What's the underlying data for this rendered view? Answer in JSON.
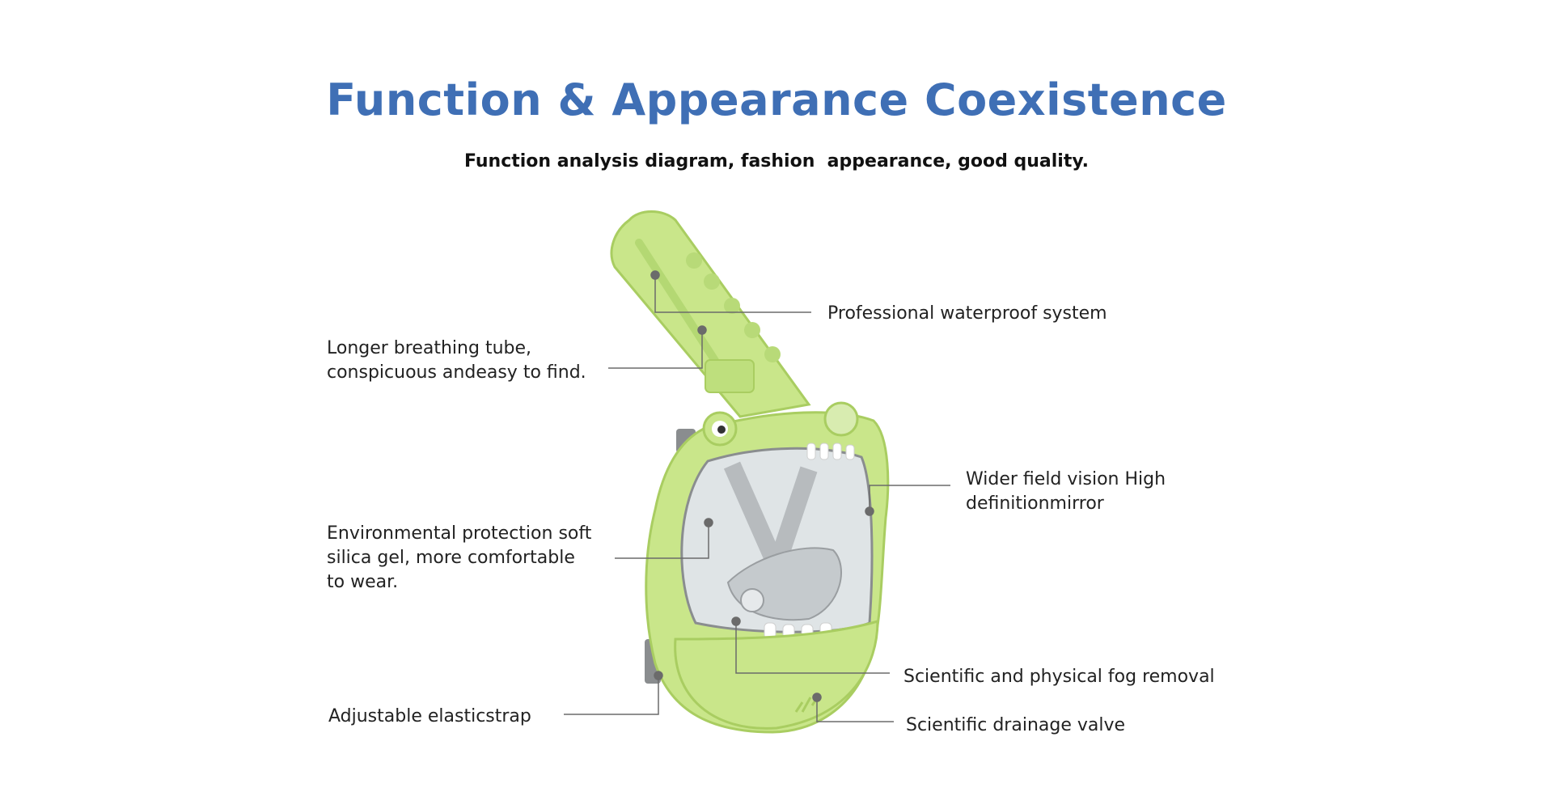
{
  "header": {
    "title": "Function & Appearance Coexistence",
    "subtitle": "Function analysis diagram, fashion  appearance, good quality."
  },
  "colors": {
    "title": "#3f6fb5",
    "mask_green": "#c9e68a",
    "mask_green_dark": "#a9cd61",
    "lens": "#dfe4e6",
    "strap_gray": "#8a8d8f",
    "leader_line": "#6b6b6b"
  },
  "callouts": {
    "waterproof": {
      "lines": [
        "Professional waterproof system"
      ]
    },
    "tube": {
      "lines": [
        "Longer breathing tube,",
        "conspicuous andeasy to find."
      ]
    },
    "vision": {
      "lines": [
        "Wider field vision High",
        "definitionmirror"
      ]
    },
    "silica": {
      "lines": [
        "Environmental protection soft",
        "silica gel, more comfortable",
        "to wear."
      ]
    },
    "fog": {
      "lines": [
        "Scientific and physical fog removal"
      ]
    },
    "strap": {
      "lines": [
        "Adjustable elasticstrap"
      ]
    },
    "drain": {
      "lines": [
        "Scientific drainage valve"
      ]
    }
  }
}
